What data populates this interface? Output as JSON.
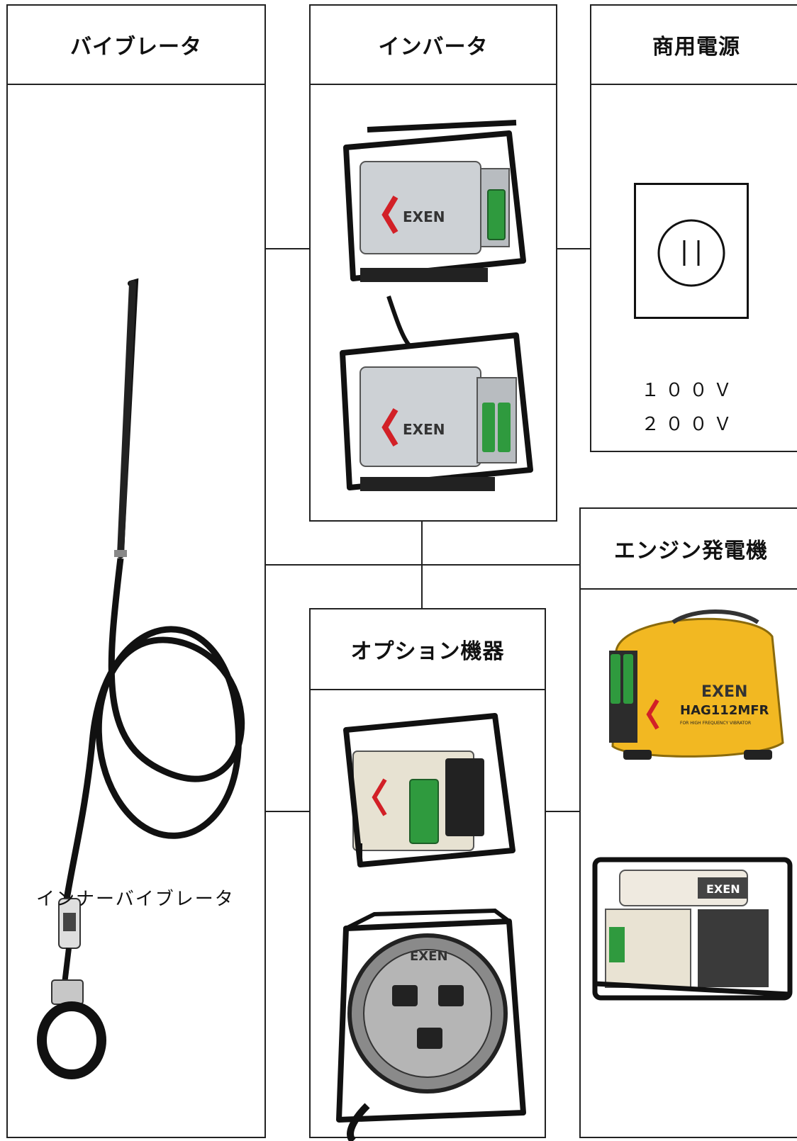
{
  "vibrator": {
    "title": "バイブレータ",
    "item_caption": "インナーバイブレータ"
  },
  "inverter": {
    "title": "インバータ",
    "logo": "EXEN"
  },
  "commercial_power": {
    "title": "商用電源",
    "voltages": [
      "１００Ｖ",
      "２００Ｖ"
    ]
  },
  "engine_generator": {
    "title": "エンジン発電機",
    "model_label": "HAG112MFR",
    "sub_label": "FOR HIGH FREQUENCY VIBRATOR",
    "logo": "EXEN"
  },
  "options": {
    "title": "オプション機器",
    "logo": "EXEN"
  },
  "colors": {
    "frame": "#111111",
    "body_silver": "#c9cdd1",
    "socket_green": "#2f9a3e",
    "brand_red": "#d22027",
    "generator_yellow": "#f2b822"
  }
}
